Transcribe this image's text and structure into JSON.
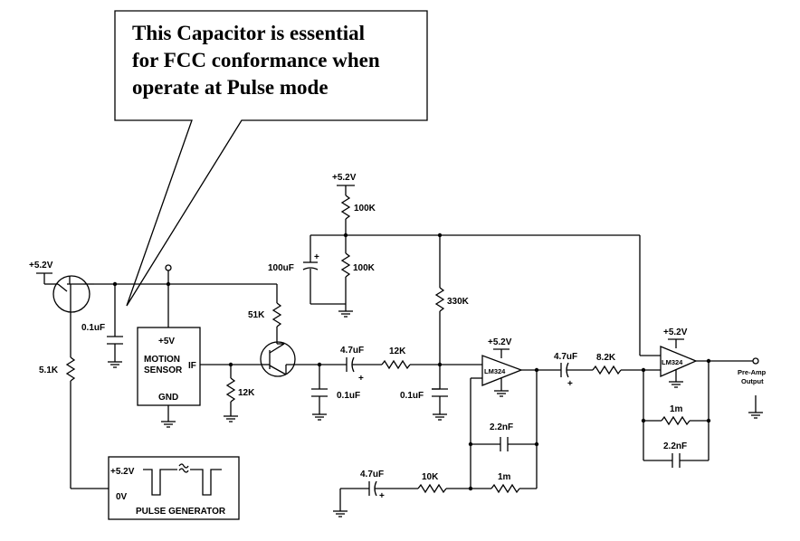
{
  "callout": {
    "line1": "This Capacitor is essential",
    "line2": "for FCC conformance when",
    "line3": "operate at Pulse mode"
  },
  "supply": {
    "v_top": "+5.2V",
    "v_left": "+5.2V",
    "v_amp1": "+5.2V",
    "v_amp2": "+5.2V",
    "v_pulse": "+5.2V"
  },
  "components": {
    "r_100k_top": "100K",
    "r_100k_mid": "100K",
    "c_100uf": "100uF",
    "plus": "+",
    "r_330k": "330K",
    "c_0_1uf_left": "0.1uF",
    "r_5_1k": "5.1K",
    "r_51k": "51K",
    "r_12k_if": "12K",
    "c_4_7uf_1": "4.7uF",
    "r_12k_series": "12K",
    "c_0_1uf_mid": "0.1uF",
    "c_0_1uf_right": "0.1uF",
    "c_2_2nf_fb1": "2.2nF",
    "c_4_7uf_bottom": "4.7uF",
    "r_10k": "10K",
    "r_1m_fb1": "1m",
    "c_4_7uf_2": "4.7uF",
    "r_8_2k": "8.2K",
    "r_1m_fb2": "1m",
    "c_2_2nf_fb2": "2.2nF"
  },
  "sensor": {
    "v5": "+5V",
    "name1": "MOTION",
    "name2": "SENSOR",
    "if_pin": "IF",
    "gnd": "GND"
  },
  "opamps": {
    "u1": "LM324",
    "u2": "LM324"
  },
  "pulse": {
    "high": "+5.2V",
    "low": "0V",
    "title": "PULSE GENERATOR"
  },
  "output": {
    "line1": "Pre-Amp",
    "line2": "Output"
  }
}
